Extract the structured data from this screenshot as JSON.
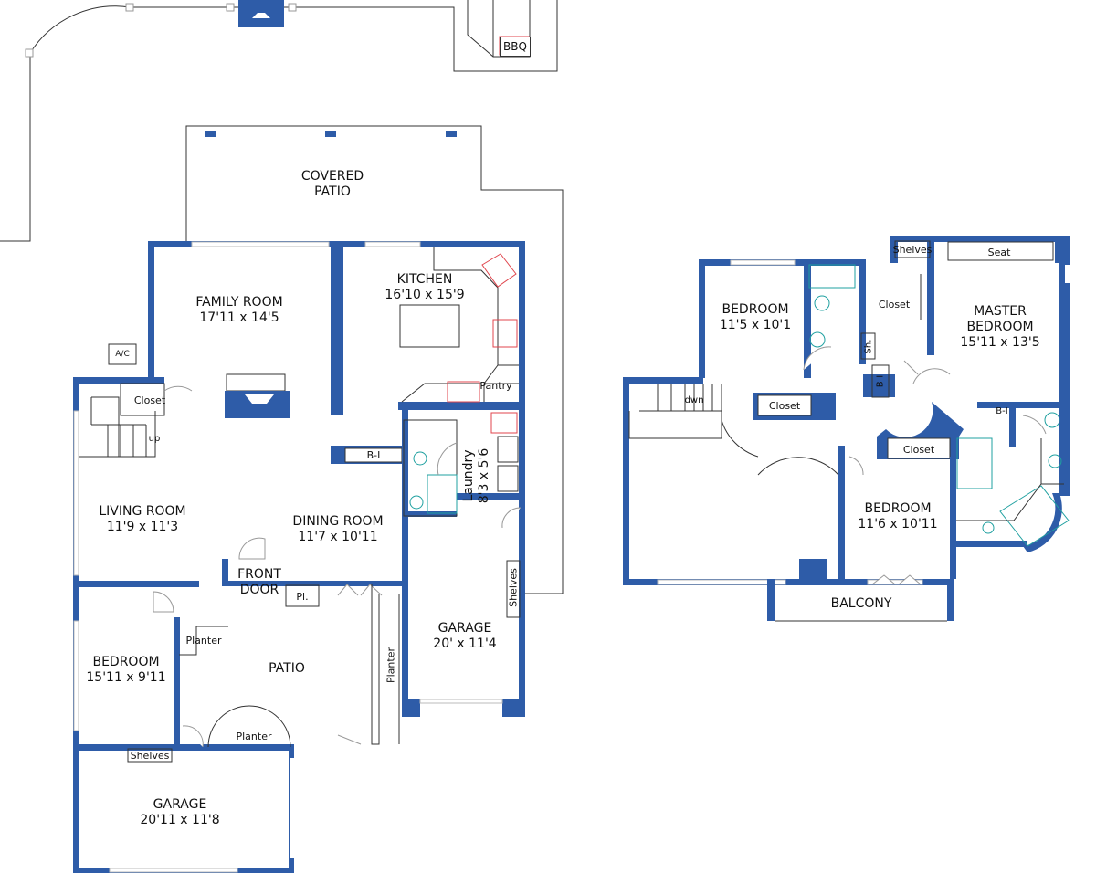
{
  "ground_floor": {
    "bbq": "BBQ",
    "covered_patio": [
      "COVERED",
      "PATIO"
    ],
    "family_room": {
      "name": "FAMILY ROOM",
      "size": "17'11 x 14'5"
    },
    "kitchen": {
      "name": "KITCHEN",
      "size": "16'10 x 15'9"
    },
    "pantry": "Pantry",
    "ac": "A/C",
    "closet": "Closet",
    "up": "up",
    "bi": "B-I",
    "laundry": {
      "name": "Laundry",
      "size": "8'3 x 5'6"
    },
    "living_room": {
      "name": "LIVING ROOM",
      "size": "11'9 x 11'3"
    },
    "dining_room": {
      "name": "DINING ROOM",
      "size": "11'7 x 10'11"
    },
    "front_door": [
      "FRONT",
      "DOOR"
    ],
    "pl": "Pl.",
    "shelves_garage": "Shelves",
    "garage_main": {
      "name": "GARAGE",
      "size": "20' x 11'4"
    },
    "planter_left": "Planter",
    "planter_right": "Planter",
    "planter_bottom": "Planter",
    "patio": "PATIO",
    "bedroom": {
      "name": "BEDROOM",
      "size": "15'11 x 9'11"
    },
    "shelves": "Shelves",
    "garage_front": {
      "name": "GARAGE",
      "size": "20'11 x 11'8"
    }
  },
  "upper_floor": {
    "shelves": "Shelves",
    "seat": "Seat",
    "bedroom1": {
      "name": "BEDROOM",
      "size": "11'5 x 10'1"
    },
    "closet_master": "Closet",
    "master": {
      "name1": "MASTER",
      "name2": "BEDROOM",
      "size": "15'11 x 13'5"
    },
    "sh": "Sh.",
    "bi1": "B-I",
    "bi2": "B-I",
    "dwn": "dwn",
    "closet1": "Closet",
    "closet2": "Closet",
    "bedroom2": {
      "name": "BEDROOM",
      "size": "11'6 x 10'11"
    },
    "balcony": "BALCONY"
  }
}
